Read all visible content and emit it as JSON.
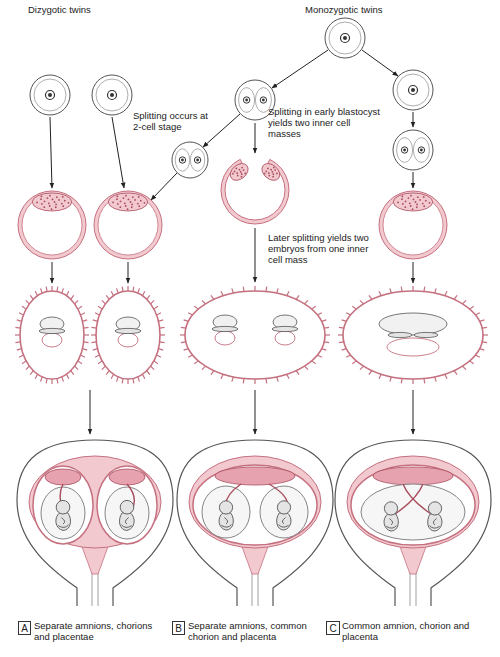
{
  "diagram": {
    "nodes": [
      {
        "text": [
          "A"
        ]
      },
      {
        "text": [
          "B"
        ]
      },
      {
        "text": [
          "C"
        ]
      }
    ],
    "labels": [
      "Dizygotic twins",
      "Monozygotic twins",
      "Splitting occurs at 2-cell stage",
      "Splitting in early blastocyst yields two inner cell masses",
      "Later splitting yields two embryos from one inner cell mass",
      "Separate amnions, chorions and placentae",
      "Separate amnions, common chorion and placenta",
      "Common amnion, chorion and placenta"
    ]
  }
}
